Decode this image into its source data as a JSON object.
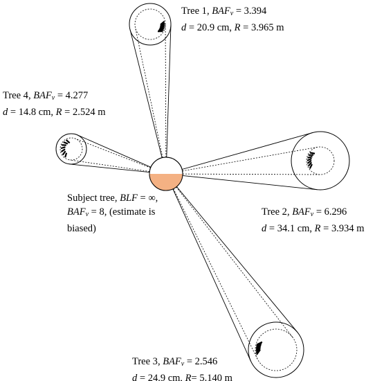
{
  "trees": [
    {
      "id": "tree-1",
      "name": "Tree 1",
      "baf_symbol": "BAF",
      "baf_sub": "v",
      "baf_value": "3.394",
      "d_symbol": "d",
      "d_value": "20.9 cm",
      "r_symbol": "R",
      "r_value": "3.965 m"
    },
    {
      "id": "tree-2",
      "name": "Tree 2",
      "baf_symbol": "BAF",
      "baf_sub": "v",
      "baf_value": "6.296",
      "d_symbol": "d",
      "d_value": "34.1 cm",
      "r_symbol": "R",
      "r_value": "3.934 m"
    },
    {
      "id": "tree-3",
      "name": "Tree 3",
      "baf_symbol": "BAF",
      "baf_sub": "v",
      "baf_value": "2.546",
      "d_symbol": "d",
      "d_value": "24.9 cm",
      "r_symbol": "R",
      "r_value": "5.140 m"
    },
    {
      "id": "tree-4",
      "name": "Tree 4",
      "baf_symbol": "BAF",
      "baf_sub": "v",
      "baf_value": "4.277",
      "d_symbol": "d",
      "d_value": "14.8 cm",
      "r_symbol": "R",
      "r_value": "2.524 m"
    }
  ],
  "subject": {
    "prefix": "Subject tree,",
    "blf_symbol": "BLF",
    "blf_value": "∞",
    "baf_symbol": "BAF",
    "baf_sub": "v",
    "baf_value": "8",
    "note_start": "(estimate is",
    "note_end": "biased)",
    "fill_color": "#f4b183"
  },
  "colors": {
    "line": "#000000",
    "hatch": "#000000",
    "background": "#ffffff"
  }
}
